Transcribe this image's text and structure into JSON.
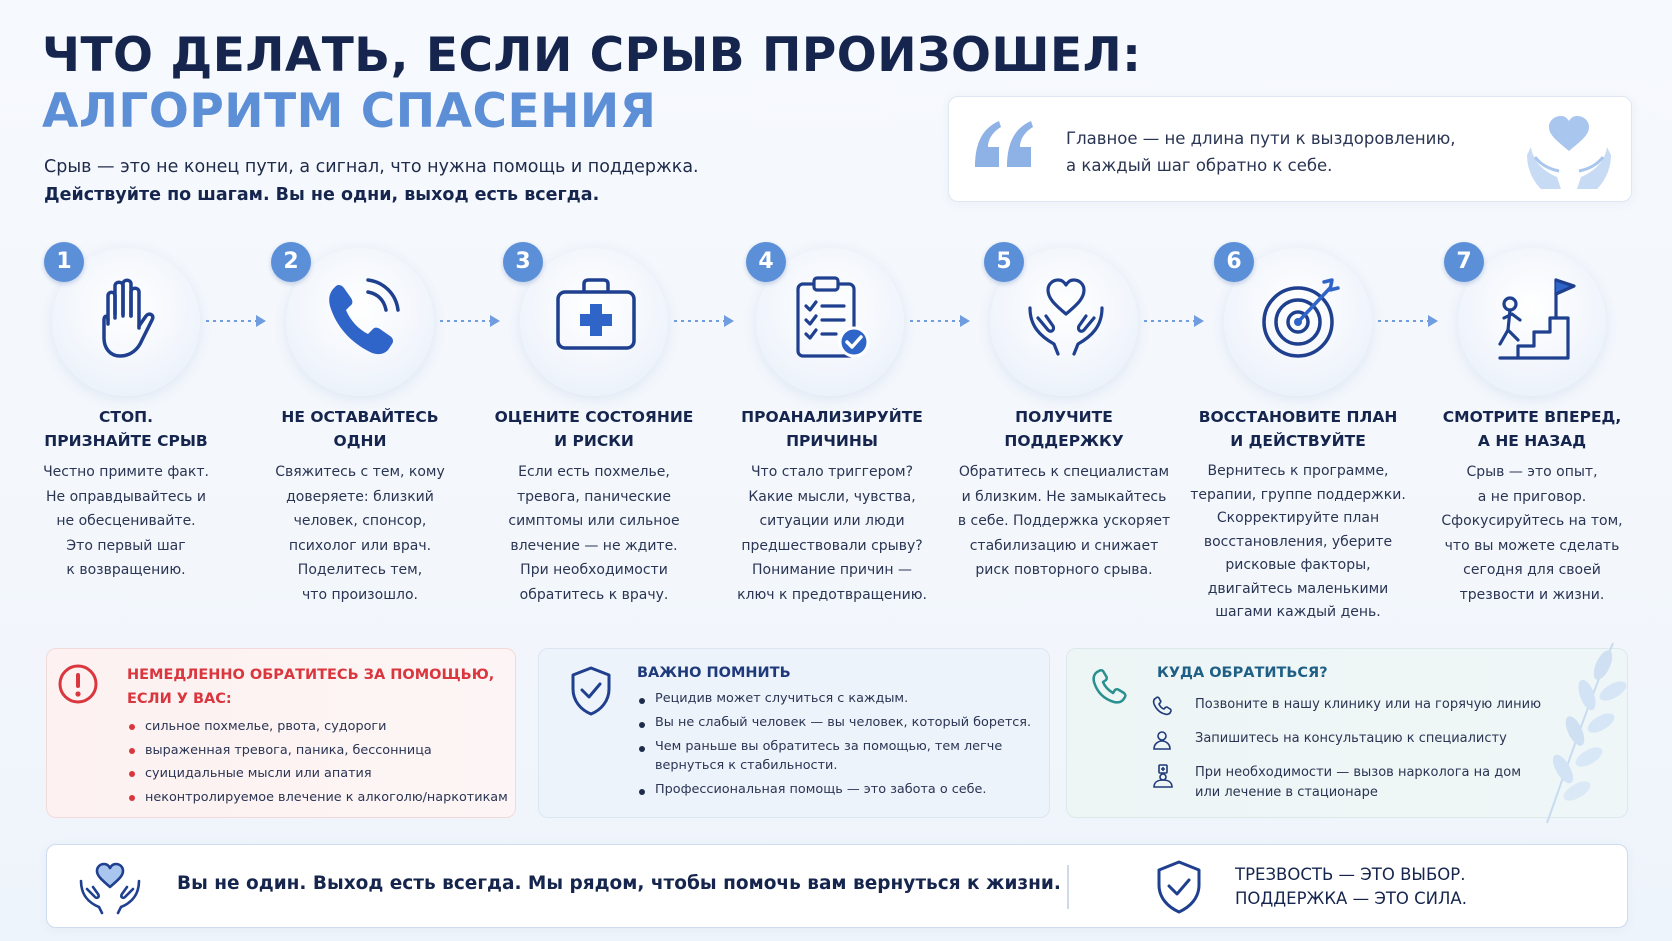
{
  "header": {
    "title_line1": "ЧТО ДЕЛАТЬ, ЕСЛИ СРЫВ ПРОИЗОШЕЛ:",
    "title_line2": "АЛГОРИТМ СПАСЕНИЯ",
    "subtitle_line1": "Срыв — это не конец пути, а сигнал, что нужна помощь и поддержка.",
    "subtitle_line2": "Действуйте по шагам. Вы не одни, выход есть всегда."
  },
  "quote": {
    "line1": "Главное — не длина пути к выздоровлению,",
    "line2": "а каждый шаг обратно к себе."
  },
  "steps": [
    {
      "number": "1",
      "icon": "stop-hand-icon",
      "title1": "СТОП.",
      "title2": "ПРИЗНАЙТЕ СРЫВ",
      "desc": [
        "Честно примите факт.",
        "Не оправдывайтесь и",
        "не обесценивайте.",
        "Это первый шаг",
        "к возвращению."
      ]
    },
    {
      "number": "2",
      "icon": "phone-call-icon",
      "title1": "НЕ ОСТАВАЙТЕСЬ",
      "title2": "ОДНИ",
      "desc": [
        "Свяжитесь с тем, кому",
        "доверяете: близкий",
        "человек, спонсор,",
        "психолог или врач.",
        "Поделитесь тем,",
        "что произошло."
      ]
    },
    {
      "number": "3",
      "icon": "first-aid-kit-icon",
      "title1": "ОЦЕНИТЕ СОСТОЯНИЕ",
      "title2": "И РИСКИ",
      "desc": [
        "Если есть похмелье,",
        "тревога, панические",
        "симптомы или сильное",
        "влечение — не ждите.",
        "При необходимости",
        "обратитесь к врачу."
      ]
    },
    {
      "number": "4",
      "icon": "checklist-clipboard-icon",
      "title1": "ПРОАНАЛИЗИРУЙТЕ",
      "title2": "ПРИЧИНЫ",
      "desc": [
        "Что стало триггером?",
        "Какие мысли, чувства,",
        "ситуации или люди",
        "предшествовали срыву?",
        "Понимание причин —",
        "ключ к предотвращению."
      ]
    },
    {
      "number": "5",
      "icon": "hands-heart-icon",
      "title1": "ПОЛУЧИТЕ",
      "title2": "ПОДДЕРЖКУ",
      "desc": [
        "Обратитесь к специалистам",
        "и близким. Не замыкайтесь",
        "в себе. Поддержка ускоряет",
        "стабилизацию и снижает",
        "риск повторного срыва."
      ]
    },
    {
      "number": "6",
      "icon": "target-arrow-icon",
      "title1": "ВОССТАНОВИТЕ ПЛАН",
      "title2": "И ДЕЙСТВУЙТЕ",
      "desc": [
        "Вернитесь к программе,",
        "терапии, группе поддержки.",
        "Скорректируйте план",
        "восстановления, уберите",
        "рисковые факторы,",
        "двигайтесь маленькими",
        "шагами каждый день."
      ]
    },
    {
      "number": "7",
      "icon": "stairs-flag-icon",
      "title1": "СМОТРИТЕ ВПЕРЕД,",
      "title2": "А НЕ НАЗАД",
      "desc": [
        "Срыв — это опыт,",
        "а не приговор.",
        "Сфокусируйтесь на том,",
        "что вы можете сделать",
        "сегодня для своей",
        "трезвости и жизни."
      ]
    }
  ],
  "urgent": {
    "title1": "НЕМЕДЛЕННО ОБРАТИТЕСЬ ЗА ПОМОЩЬЮ,",
    "title2": "ЕСЛИ У ВАС:",
    "items": [
      "сильное похмелье, рвота, судороги",
      "выраженная тревога, паника, бессонница",
      "суицидальные мысли или апатия",
      "неконтролируемое влечение к алкоголю/наркотикам"
    ],
    "color": "#d9363e"
  },
  "remember": {
    "title": "ВАЖНО ПОМНИТЬ",
    "items": [
      "Рецидив может случиться с каждым.",
      "Вы не слабый человек — вы человек, который борется.",
      "Чем раньше вы обратитесь за помощью, тем легче вернуться к стабильности.",
      "Профессиональная помощь — это забота о себе."
    ],
    "color": "#1f3a7a"
  },
  "contacts": {
    "title": "КУДА ОБРАТИТЬСЯ?",
    "items": [
      {
        "icon": "phone-icon",
        "text": "Позвоните в нашу клинику или на горячую линию"
      },
      {
        "icon": "user-icon",
        "text": "Запишитесь на консультацию к специалисту"
      },
      {
        "icon": "doctor-home-icon",
        "text": "При необходимости — вызов нарколога на дом или лечение в стационаре"
      }
    ],
    "color": "#1f5f86"
  },
  "footer": {
    "message": "Вы не один. Выход есть всегда. Мы рядом, чтобы помочь вам вернуться к жизни.",
    "slogan_line1": "ТРЕЗВОСТЬ — ЭТО ВЫБОР.",
    "slogan_line2": "ПОДДЕРЖКА — ЭТО СИЛА."
  },
  "colors": {
    "accent": "#5b8fd8",
    "navy": "#15254d",
    "icon_stroke": "#1f3f8f"
  }
}
